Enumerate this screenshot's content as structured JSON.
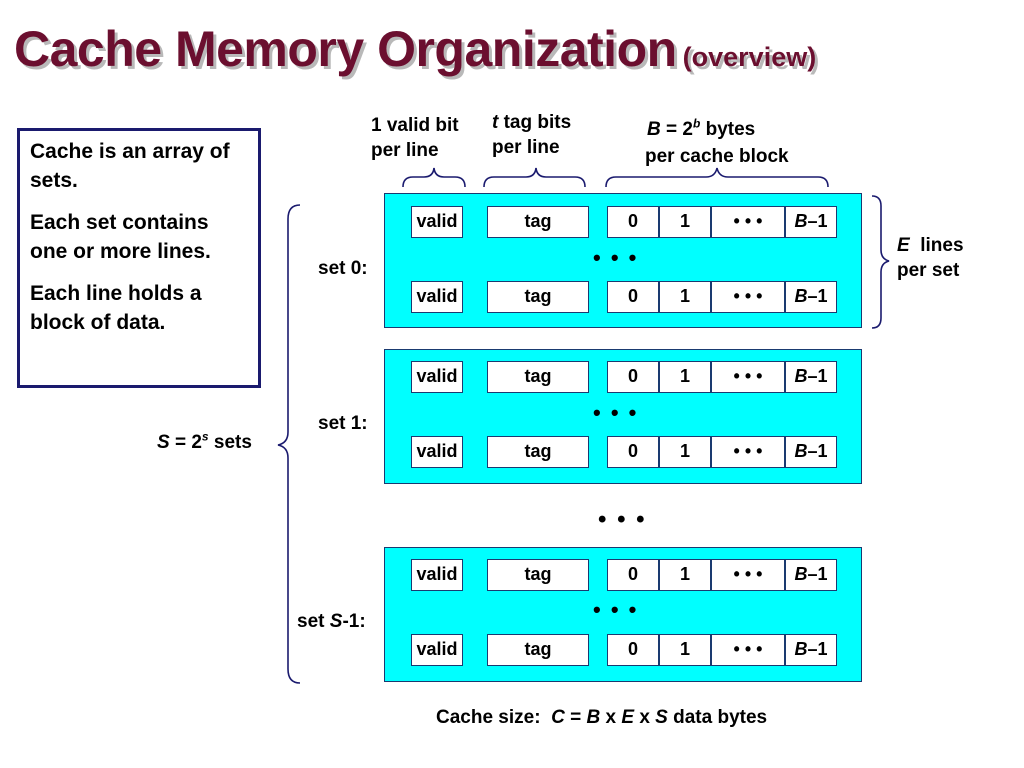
{
  "title": {
    "main": "Cache Memory Organization",
    "sub": "(overview)"
  },
  "note": {
    "lines": [
      "Cache is an array of sets.",
      "Each set contains one or more lines.",
      "Each line holds a block of data."
    ]
  },
  "top_labels": {
    "valid_line1": "1 valid bit",
    "valid_line2": "per line",
    "tag_var": "t",
    "tag_line1_rest": " tag bits",
    "tag_line2": "per line",
    "block_var": "B",
    "block_eq": " = 2",
    "block_exp": "b",
    "block_rest": " bytes",
    "block_line2": "per cache block"
  },
  "right_label": {
    "var": "E",
    "line1_rest": "  lines",
    "line2": "per set"
  },
  "left_label": {
    "var": "S",
    "eq": " = 2",
    "exp": "s",
    "rest": " sets"
  },
  "sets": [
    {
      "prefix": "set 0:",
      "var": "",
      "suffix": ""
    },
    {
      "prefix": "set 1:",
      "var": "",
      "suffix": ""
    },
    {
      "prefix": "set ",
      "var": "S",
      "suffix": "-1:"
    }
  ],
  "cells": {
    "valid": "valid",
    "tag": "tag",
    "byte0": "0",
    "byte1": "1",
    "dots": "• • •",
    "last_var": "B",
    "last_rest": "–1"
  },
  "line_dots": "• • •",
  "between_sets_dots": "• • •",
  "footer": {
    "prefix": "Cache size:  ",
    "var_c": "C",
    "eq": " = ",
    "var_b": "B",
    "x1": " x ",
    "var_e": "E",
    "x2": " x ",
    "var_s": "S",
    "rest": " data bytes"
  },
  "colors": {
    "title": "#6b0f2f",
    "set_fill": "#00ffff",
    "set_border": "#1a3a70",
    "note_border": "#1a1a6e",
    "bracket": "#1a1a6e"
  }
}
